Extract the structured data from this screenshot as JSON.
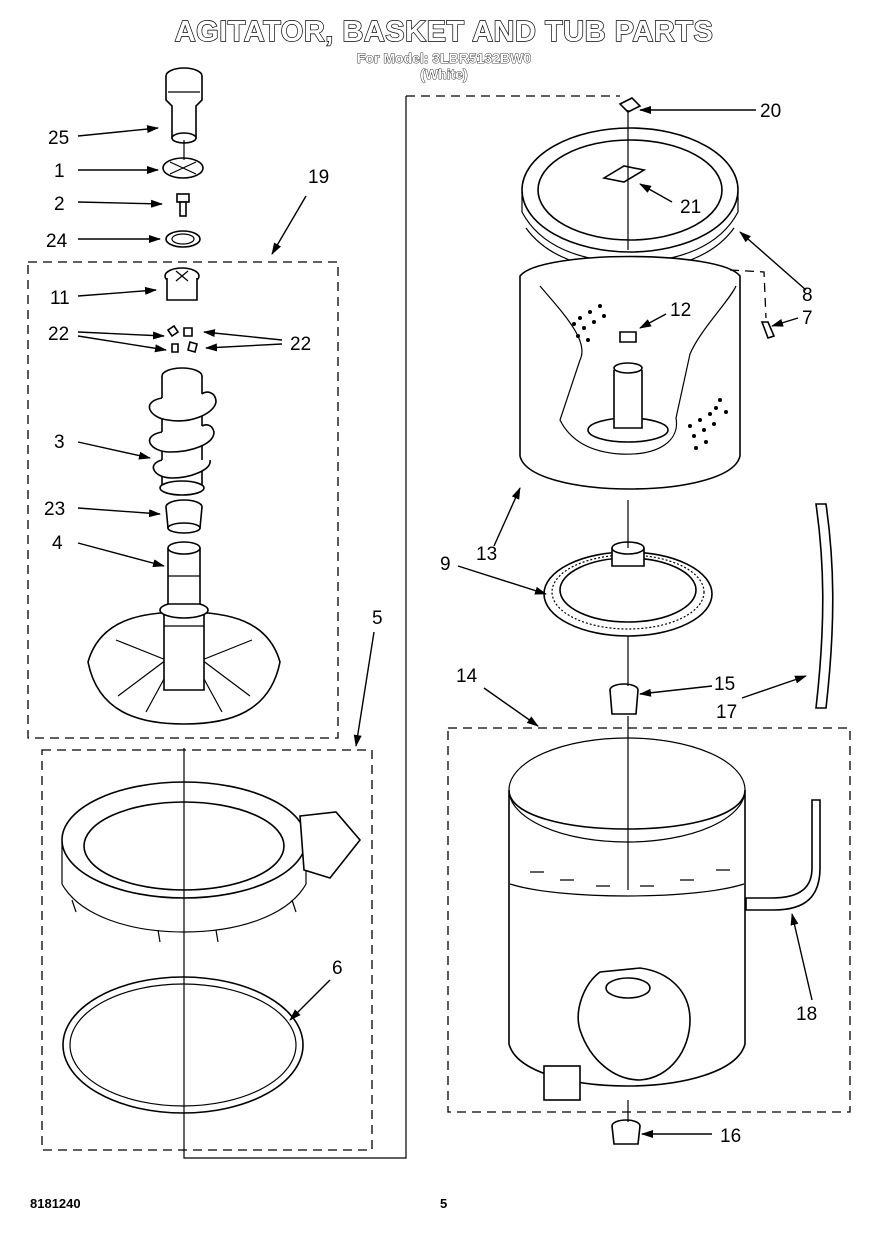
{
  "header": {
    "title": "AGITATOR, BASKET AND TUB PARTS",
    "model_line": "For Model: 3LBR5132BW0",
    "color_line": "(White)"
  },
  "footer": {
    "doc_number": "8181240",
    "page_number": "5"
  },
  "callouts": {
    "p25": "25",
    "p1": "1",
    "p2": "2",
    "p24": "24",
    "p19": "19",
    "p11": "11",
    "p22a": "22",
    "p22b": "22",
    "p3": "3",
    "p23": "23",
    "p4": "4",
    "p5": "5",
    "p6": "6",
    "p20": "20",
    "p21": "21",
    "p8": "8",
    "p7": "7",
    "p12": "12",
    "p13": "13",
    "p9": "9",
    "p14": "14",
    "p15": "15",
    "p17": "17",
    "p18": "18",
    "p16": "16"
  }
}
